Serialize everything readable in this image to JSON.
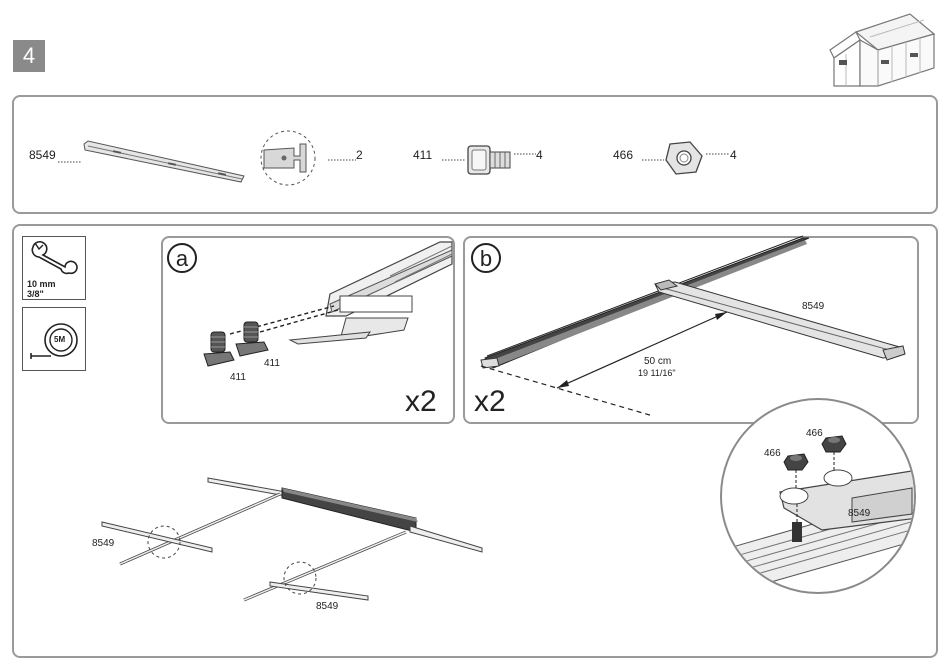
{
  "step": {
    "number": "4"
  },
  "parts": [
    {
      "code": "8549",
      "qty": "2"
    },
    {
      "code": "411",
      "qty": "4"
    },
    {
      "code": "466",
      "qty": "4"
    }
  ],
  "tools": {
    "wrench": {
      "size_mm": "10 mm",
      "size_in": "3/8\"",
      "icon": "wrench-icon"
    },
    "tape": {
      "label": "5M",
      "icon": "tape-measure-icon"
    }
  },
  "detail_a": {
    "letter": "a",
    "bolt_labels": [
      "411",
      "411"
    ],
    "multiplier": "x2"
  },
  "detail_b": {
    "letter": "b",
    "beam_label": "8549",
    "dimension_cm": "50 cm",
    "dimension_in": "19 11/16\"",
    "multiplier": "x2"
  },
  "zoom": {
    "nut_labels": [
      "466",
      "466"
    ],
    "beam_label": "8549"
  },
  "overview": {
    "labels": [
      "8549",
      "8549"
    ]
  }
}
